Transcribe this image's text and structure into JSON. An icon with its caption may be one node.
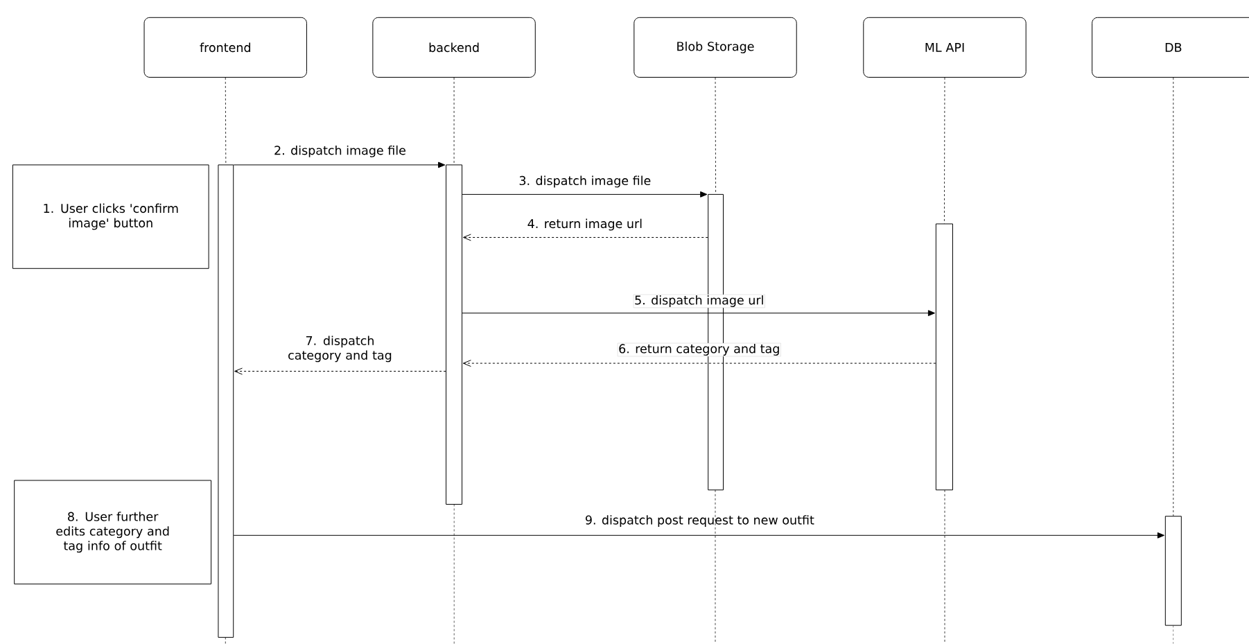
{
  "diagram": {
    "nodes": [
      {
        "text": [
          "frontend"
        ]
      },
      {
        "text": [
          "backend"
        ]
      },
      {
        "text": [
          "Blob Storage"
        ]
      },
      {
        "text": [
          "ML API"
        ]
      },
      {
        "text": [
          "DB"
        ]
      },
      {
        "text": [],
        "shape": "bar"
      },
      {
        "text": [],
        "shape": "bar"
      },
      {
        "text": [],
        "shape": "bar"
      },
      {
        "text": [],
        "shape": "bar"
      },
      {
        "text": [],
        "shape": "bar"
      },
      {
        "text": [
          "1. User clicks 'confirm image' button"
        ]
      },
      {
        "text": [
          "8. User further edits category and tag info of outfit"
        ]
      }
    ],
    "edges": [
      {
        "from": 5,
        "to": 6,
        "arrow": "to",
        "label": "2. dispatch image file"
      },
      {
        "from": 6,
        "to": 7,
        "arrow": "to",
        "label": "3. dispatch image file"
      },
      {
        "from": 7,
        "to": 6,
        "arrow": "to",
        "style": "dashed",
        "label": "4. return image url"
      },
      {
        "from": 6,
        "to": 8,
        "arrow": "to",
        "label": "5. dispatch image url"
      },
      {
        "from": 8,
        "to": 6,
        "arrow": "to",
        "style": "dashed",
        "label": "6. return category and tag"
      },
      {
        "from": 6,
        "to": 5,
        "arrow": "to",
        "style": "dashed",
        "label": "7. dispatch category and tag"
      },
      {
        "from": 5,
        "to": 9,
        "arrow": "to",
        "label": "9. dispatch post request to new outfit"
      },
      {
        "from": 0,
        "to": 5,
        "arrow": "none",
        "style": "dashed"
      },
      {
        "from": 1,
        "to": 6,
        "arrow": "none",
        "style": "dashed"
      },
      {
        "from": 2,
        "to": 7,
        "arrow": "none",
        "style": "dashed"
      },
      {
        "from": 3,
        "to": 8,
        "arrow": "none",
        "style": "dashed"
      },
      {
        "from": 4,
        "to": 9,
        "arrow": "none",
        "style": "dashed"
      }
    ]
  }
}
